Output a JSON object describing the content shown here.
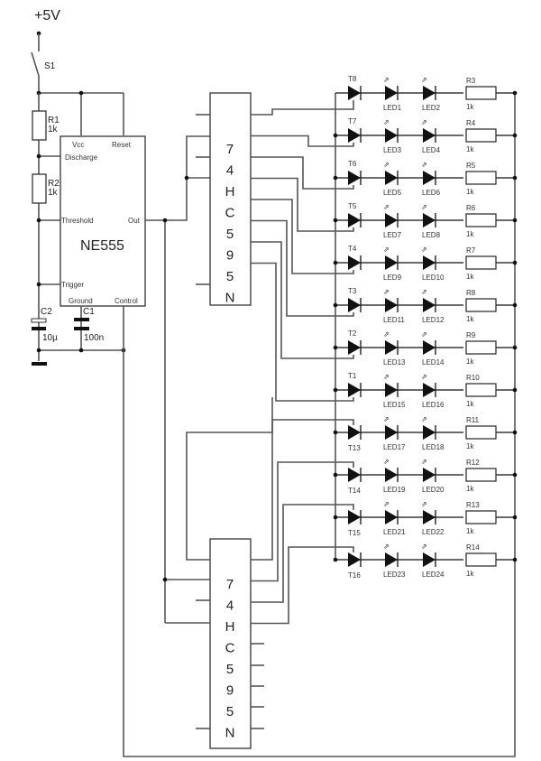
{
  "supply": {
    "label": "+5V"
  },
  "switch": {
    "label": "S1"
  },
  "resistors_timer": [
    {
      "name": "R1",
      "value": "1k"
    },
    {
      "name": "R2",
      "value": "1k"
    }
  ],
  "capacitors": [
    {
      "name": "C2",
      "value": "10µ"
    },
    {
      "name": "C1",
      "value": "100n"
    }
  ],
  "timer": {
    "name": "NE555",
    "pins": {
      "vcc": "Vcc",
      "reset": "Reset",
      "discharge": "Discharge",
      "threshold": "Threshold",
      "out": "Out",
      "trigger": "Trigger",
      "ground": "Ground",
      "control": "Control"
    }
  },
  "shift_registers": [
    {
      "label": "74HC595N"
    },
    {
      "label": "74HC595N"
    }
  ],
  "rows": [
    {
      "transistor": "T8",
      "led_a": "LED1",
      "led_b": "LED2",
      "resistor": "R3",
      "value": "1k"
    },
    {
      "transistor": "T7",
      "led_a": "LED3",
      "led_b": "LED4",
      "resistor": "R4",
      "value": "1k"
    },
    {
      "transistor": "T6",
      "led_a": "LED5",
      "led_b": "LED6",
      "resistor": "R5",
      "value": "1k"
    },
    {
      "transistor": "T5",
      "led_a": "LED7",
      "led_b": "LED8",
      "resistor": "R6",
      "value": "1k"
    },
    {
      "transistor": "T4",
      "led_a": "LED9",
      "led_b": "LED10",
      "resistor": "R7",
      "value": "1k"
    },
    {
      "transistor": "T3",
      "led_a": "LED11",
      "led_b": "LED12",
      "resistor": "R8",
      "value": "1k"
    },
    {
      "transistor": "T2",
      "led_a": "LED13",
      "led_b": "LED14",
      "resistor": "R9",
      "value": "1k"
    },
    {
      "transistor": "T1",
      "led_a": "LED15",
      "led_b": "LED16",
      "resistor": "R10",
      "value": "1k"
    },
    {
      "transistor": "T13",
      "led_a": "LED17",
      "led_b": "LED18",
      "resistor": "R11",
      "value": "1k"
    },
    {
      "transistor": "T14",
      "led_a": "LED19",
      "led_b": "LED20",
      "resistor": "R12",
      "value": "1k"
    },
    {
      "transistor": "T15",
      "led_a": "LED21",
      "led_b": "LED22",
      "resistor": "R13",
      "value": "1k"
    },
    {
      "transistor": "T16",
      "led_a": "LED23",
      "led_b": "LED24",
      "resistor": "R14",
      "value": "1k"
    }
  ]
}
